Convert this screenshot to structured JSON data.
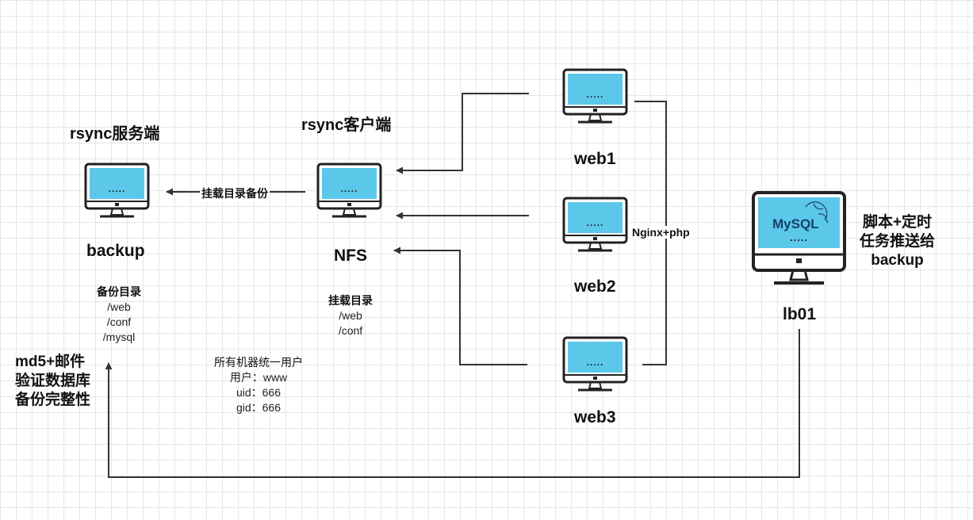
{
  "nodes": {
    "backup": {
      "role": "rsync服务端",
      "name": "backup",
      "dir_title": "备份目录",
      "dirs": [
        "/web",
        "/conf",
        "/mysql"
      ]
    },
    "nfs": {
      "role": "rsync客户端",
      "name": "NFS",
      "dir_title": "挂载目录",
      "dirs": [
        "/web",
        "/conf"
      ]
    },
    "web1": {
      "name": "web1"
    },
    "web2": {
      "name": "web2"
    },
    "web3": {
      "name": "web3"
    },
    "lb01": {
      "name": "lb01",
      "screen_text": "MySQL"
    }
  },
  "monitor_screen_dots": ".....",
  "edges": {
    "nfs_to_backup": "挂载目录备份",
    "web_group": "Nginx+php"
  },
  "users": {
    "title": "所有机器统一用户",
    "lines": [
      "用户：www",
      "uid：666",
      "gid：666"
    ]
  },
  "right_note": [
    "脚本+定时",
    "任务推送给",
    "backup"
  ],
  "left_note": [
    "md5+邮件",
    "验证数据库",
    "备份完整性"
  ],
  "icons": {
    "monitor": "computer-monitor-icon",
    "mysql": "mysql-dolphin-icon"
  },
  "colors": {
    "screen": "#5bc8ea",
    "line": "#333333",
    "background": "#ffffff",
    "grid": "#e6e6e6"
  }
}
